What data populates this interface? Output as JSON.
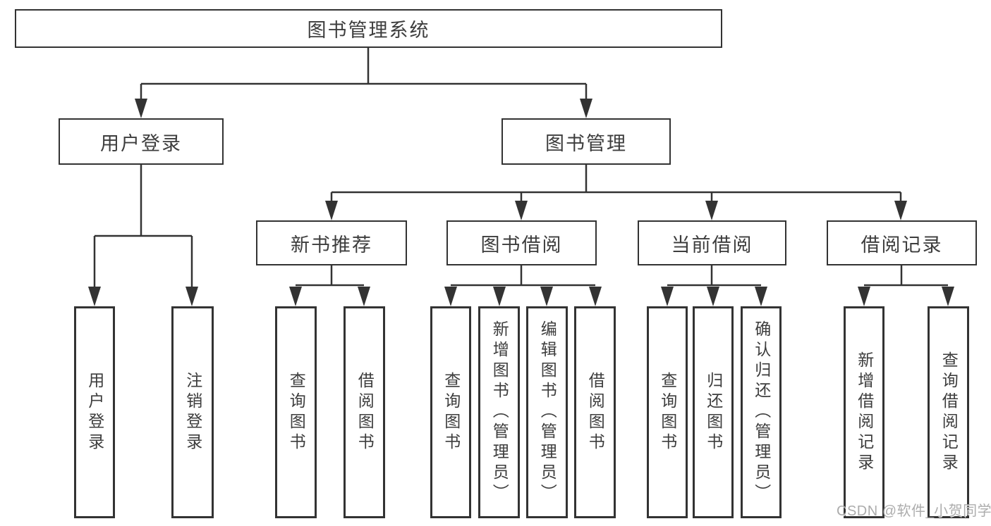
{
  "nodes": {
    "root": {
      "label": "图书管理系统"
    },
    "user_login": {
      "label": "用户登录",
      "children": [
        "用户登录",
        "注销登录"
      ]
    },
    "book_mgmt": {
      "label": "图书管理"
    },
    "new_books": {
      "label": "新书推荐",
      "children": [
        "查询图书",
        "借阅图书"
      ]
    },
    "book_borrow": {
      "label": "图书借阅",
      "children": [
        "查询图书",
        "新增图书（管理员）",
        "编辑图书（管理员）",
        "借阅图书"
      ]
    },
    "current_borrow": {
      "label": "当前借阅",
      "children": [
        "查询图书",
        "归还图书",
        "确认归还（管理员）"
      ]
    },
    "borrow_records": {
      "label": "借阅记录",
      "children": [
        "新增借阅记录",
        "查询借阅记录"
      ]
    }
  },
  "watermark": {
    "text": "CSDN @软件_小贺同学"
  },
  "colors": {
    "line": "#333333",
    "text": "#3d3d3d",
    "watermark": "#a6a6a6",
    "background": "#ffffff"
  }
}
